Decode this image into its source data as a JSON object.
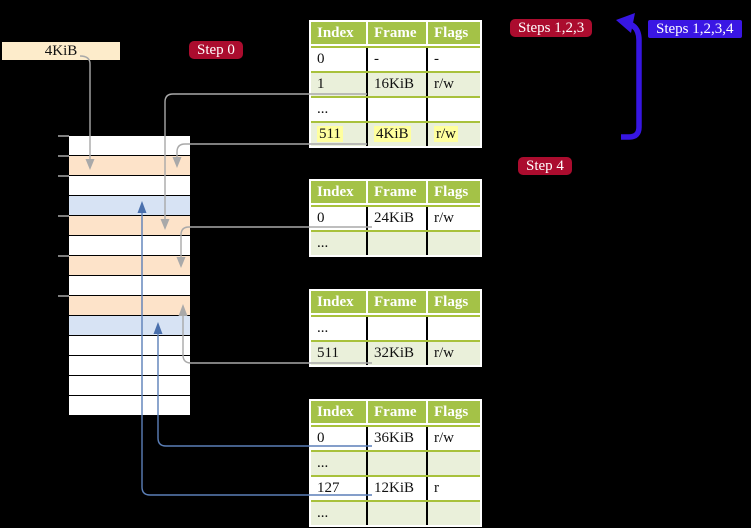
{
  "memory_box": {
    "label": "4KiB"
  },
  "badges": {
    "step0": {
      "label": "Step 0"
    },
    "steps123": {
      "label": "Steps 1,2,3"
    },
    "steps1234": {
      "label": "Steps 1,2,3,4"
    },
    "step4": {
      "label": "Step 4"
    }
  },
  "page_tables": [
    {
      "name": "level-4-page-table",
      "headers": [
        "Index",
        "Frame",
        "Flags"
      ],
      "rows": [
        {
          "cells": [
            "0",
            "-",
            "-"
          ]
        },
        {
          "cells": [
            "1",
            "16KiB",
            "r/w"
          ]
        },
        {
          "cells": [
            "...",
            "",
            ""
          ]
        },
        {
          "cells": [
            "511",
            "4KiB",
            "r/w"
          ],
          "highlighted": true
        }
      ]
    },
    {
      "name": "level-3-page-table",
      "headers": [
        "Index",
        "Frame",
        "Flags"
      ],
      "rows": [
        {
          "cells": [
            "0",
            "24KiB",
            "r/w"
          ]
        },
        {
          "cells": [
            "...",
            "",
            ""
          ]
        }
      ]
    },
    {
      "name": "level-2-page-table",
      "headers": [
        "Index",
        "Frame",
        "Flags"
      ],
      "rows": [
        {
          "cells": [
            "...",
            "",
            ""
          ]
        },
        {
          "cells": [
            "511",
            "32KiB",
            "r/w"
          ]
        }
      ]
    },
    {
      "name": "level-1-page-table",
      "headers": [
        "Index",
        "Frame",
        "Flags"
      ],
      "rows": [
        {
          "cells": [
            "0",
            "36KiB",
            "r/w"
          ]
        },
        {
          "cells": [
            "...",
            "",
            ""
          ]
        },
        {
          "cells": [
            "127",
            "12KiB",
            "r"
          ]
        },
        {
          "cells": [
            "...",
            "",
            ""
          ]
        }
      ]
    }
  ],
  "memory_strip": {
    "rows": [
      "white",
      "peach",
      "white",
      "blue",
      "peach",
      "white",
      "peach",
      "white",
      "peach",
      "blue",
      "white",
      "white",
      "white",
      "white"
    ],
    "tick_offsets": [
      0,
      20,
      40,
      80,
      120,
      160
    ]
  },
  "colors": {
    "background": "#000000",
    "memory_box_fill": "#fdeccb",
    "badge_red": "#ab0c2e",
    "badge_blue": "#3a16e4",
    "table_header_green": "#a4c247",
    "table_row_green": "#eaf0da",
    "table_separator_green": "#a8c13b",
    "highlight_yellow": "#ffff9e",
    "strip_peach": "#fde3c9",
    "strip_blue": "#d7e3f4",
    "connector_gray": "#a9a9a9",
    "connector_blue": "#5b7fb8",
    "loop_arrow_blue": "#3716e2"
  }
}
